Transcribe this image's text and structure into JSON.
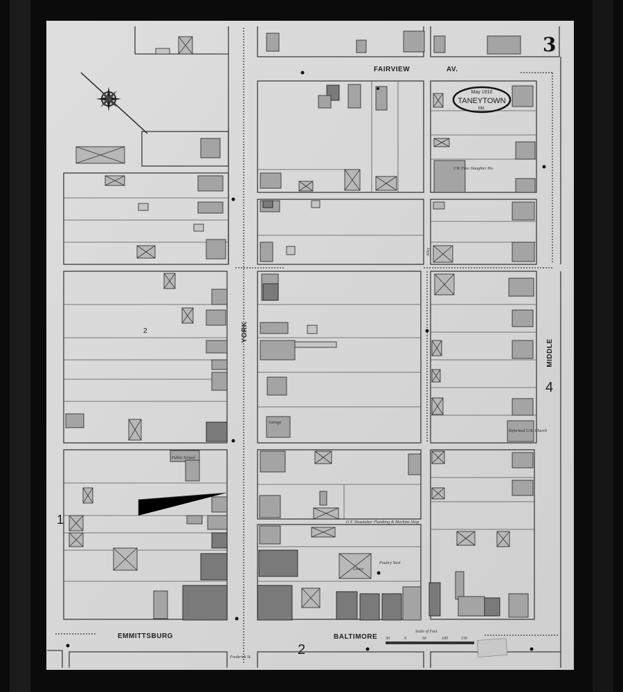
{
  "sheet": {
    "sheet_number": "3",
    "title_cartouche": {
      "date": "May 1910",
      "town": "TANEYTOWN",
      "state": "Md."
    },
    "adjacent_sheets": {
      "left": "1",
      "bottom": "2",
      "right": "4",
      "center_block": "2"
    }
  },
  "streets": {
    "fairview": "FAIRVIEW",
    "fairview_suffix": "AV.",
    "york": "YORK",
    "middle": "MIDDLE",
    "emmittsburg": "EMMITTSBURG",
    "baltimore": "BALTIMORE",
    "frederick": "Frederick St.",
    "alley": "Alley"
  },
  "labels": {
    "public_school": "Public School",
    "flour_slaughter": "J.W. Fuss Slaughter Ho.",
    "garage": "Garage",
    "livery": "Livery",
    "poultry_yard": "Poultry Yard",
    "plumbing": "O.T. Shoemaker Plumbing & Machine Shop",
    "church": "Reformed U.B. Church",
    "scale": "Scale of Feet.",
    "scale_ticks": [
      "50",
      "0",
      "50",
      "100",
      "150"
    ]
  },
  "colors": {
    "paper": "#d6d6d6",
    "frame": "#0b0b0b",
    "building_shade": "#a4a4a4",
    "brick_shade": "#7a7a7a"
  }
}
